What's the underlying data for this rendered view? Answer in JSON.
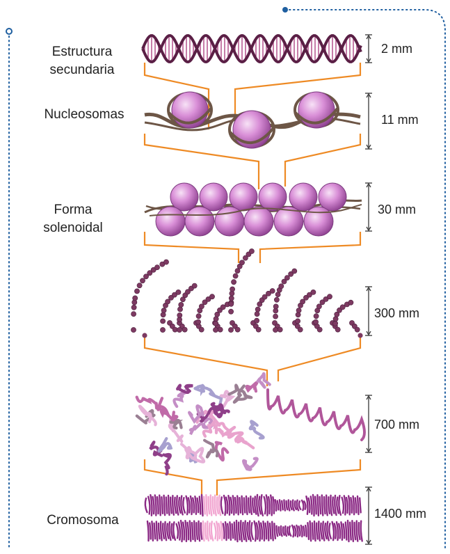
{
  "colors": {
    "frame": "#1f5fa0",
    "connector": "#ee8a24",
    "dna_strand": "#5a1f45",
    "dna_rung": "#b75c93",
    "histone_fill": "#d98fd7",
    "histone_dark": "#8c3e8e",
    "fiber": "#6d5646",
    "bead": "#7d3a62",
    "scale": "#444444",
    "chromosome": "#8b2a85",
    "chromosome_centromere": "#f2a8d2"
  },
  "levels": [
    {
      "id": "dna",
      "label_lines": [
        "Estructura",
        "secundaria"
      ],
      "measure": "2 mm"
    },
    {
      "id": "nucleosomes",
      "label_lines": [
        "Nucleosomas"
      ],
      "measure": "11 mm"
    },
    {
      "id": "solenoid",
      "label_lines": [
        "Forma",
        "solenoidal"
      ],
      "measure": "30 mm"
    },
    {
      "id": "loops",
      "label_lines": [],
      "measure": "300 mm"
    },
    {
      "id": "condensed",
      "label_lines": [],
      "measure": "700 mm"
    },
    {
      "id": "chromosome",
      "label_lines": [
        "Cromosoma"
      ],
      "measure": "1400 mm"
    }
  ]
}
